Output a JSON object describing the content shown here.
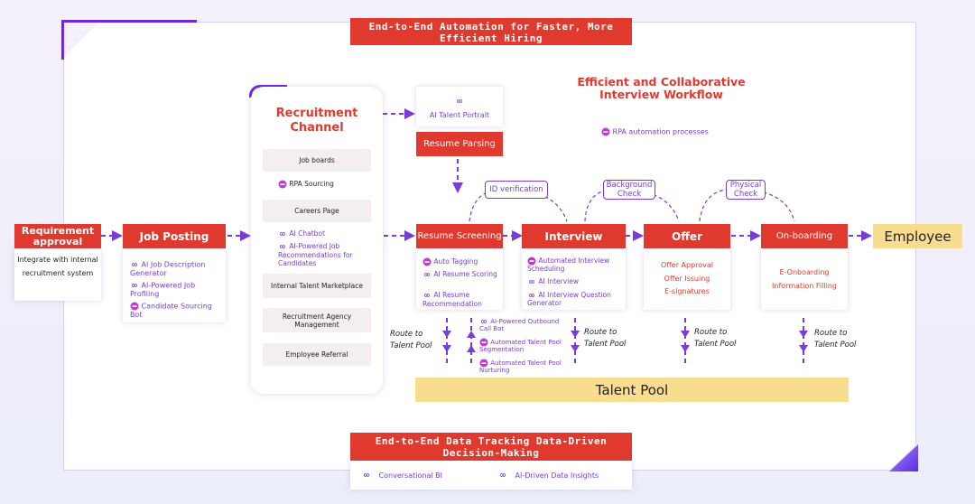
{
  "top_banner": "End-to-End Automation for Faster, More Efficient Hiring",
  "requirement": {
    "title": "Requirement approval",
    "desc": "Integrate with internal recruitment system"
  },
  "job_posting": {
    "title": "Job Posting",
    "items": [
      "AI Job Description Generator",
      "AI-Powered Job Profiling",
      "Candidate Sourcing Bot"
    ]
  },
  "channel": {
    "title": "Recruitment Channel",
    "items": [
      "Job boards",
      "Careers Page",
      "Internal Talent Marketplace",
      "Recruitment Agency Management",
      "Employee Referral"
    ],
    "rpa_sourcing": "RPA Sourcing",
    "ai_chatbot": "AI Chatbot",
    "ai_reco": "AI-Powered Job Recommendations for Candidates"
  },
  "portrait": "AI Talent Portrait",
  "parsing": "Resume Parsing",
  "workflow_title": "Efficient and Collaborative Interview Workflow",
  "rpa_legend": "RPA automation processes",
  "checks": [
    "ID verification",
    "Background Check",
    "Physical Check"
  ],
  "screening": {
    "title": "Resume Screening",
    "items": [
      "Auto Tagging",
      "AI Resume Scoring",
      "AI Resume Recommendation"
    ]
  },
  "interview": {
    "title": "Interview",
    "items": [
      "Automated Interview Scheduling",
      "AI Interview",
      "AI Interview Question Generator"
    ]
  },
  "offer": {
    "title": "Offer",
    "items": [
      "Offer Approval",
      "Offer Issuing",
      "E-signatures"
    ]
  },
  "onboarding": {
    "title": "On-boarding",
    "items": [
      "E-Onboarding",
      "Information Filling"
    ]
  },
  "employee": "Employee",
  "talent_pool": "Talent Pool",
  "route": "Route to Talent Pool",
  "pool_tools": [
    "AI-Powered Outbound Call Bot",
    "Automated Talent Pool Segmentation",
    "Automated Talent Pool Nurturing"
  ],
  "bottom_banner": "End-to-End Data Tracking Data-Driven Decision-Making",
  "data_items": [
    "Conversational BI",
    "AI-Driven Data Insights"
  ],
  "colors": {
    "accent_red": "#e03a2e",
    "accent_purple": "#7a3cd6",
    "pool_yellow": "#f8dd8f"
  }
}
